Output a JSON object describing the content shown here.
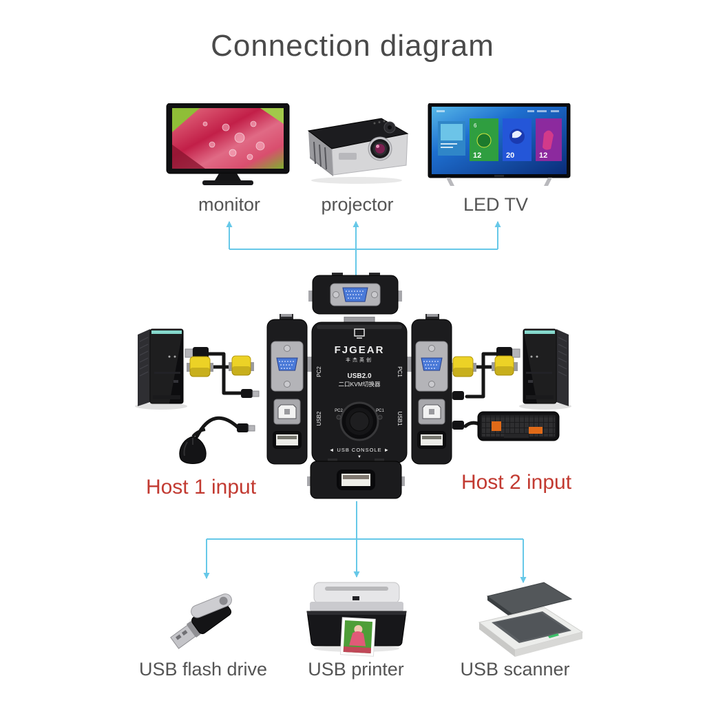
{
  "title": "Connection diagram",
  "colors": {
    "connector_line": "#66c8e8",
    "host_label": "#c23a31",
    "label_text": "#545454",
    "vga_yellow": "#ecd226",
    "vga_port_blue": "#4a7ad8"
  },
  "top_devices": [
    {
      "label": "monitor"
    },
    {
      "label": "projector"
    },
    {
      "label": "LED TV"
    }
  ],
  "hosts": [
    {
      "label": "Host 1 input"
    },
    {
      "label": "Host 2 input"
    }
  ],
  "bottom_devices": [
    {
      "label": "USB flash drive"
    },
    {
      "label": "USB printer"
    },
    {
      "label": "USB scanner"
    }
  ],
  "kvm": {
    "brand": "FJGEAR",
    "brand_cn": "丰杰英创",
    "spec": "USB2.0",
    "spec_cn": "二口KVM切换器",
    "side_labels": {
      "left_vga": "PC2",
      "right_vga": "PC1",
      "left_usb": "USB2",
      "right_usb": "USB1"
    },
    "led_labels": {
      "left": "PC2",
      "right": "PC1"
    },
    "console_label": "◄ USB CONSOLE ►",
    "console_arrow": "▼"
  },
  "tv_screen_badges": [
    "6",
    "12",
    "20",
    "12"
  ]
}
